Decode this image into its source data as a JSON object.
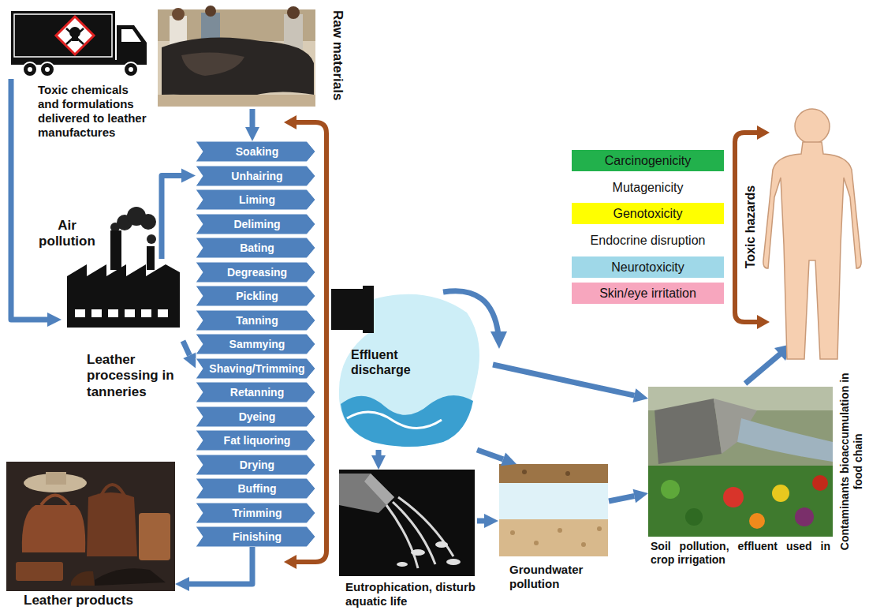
{
  "diagram": {
    "nodes": [
      {
        "text": [
          "Toxic chemicals and formulations delivered to leather manufactures"
        ]
      },
      {
        "text": [
          "Raw materials"
        ]
      },
      {
        "text": [
          "Leather processing in tanneries"
        ]
      },
      {
        "text": [
          "Soaking"
        ]
      },
      {
        "text": [
          "Unhairing"
        ]
      },
      {
        "text": [
          "Liming"
        ]
      },
      {
        "text": [
          "Deliming"
        ]
      },
      {
        "text": [
          "Bating"
        ]
      },
      {
        "text": [
          "Degreasing"
        ]
      },
      {
        "text": [
          "Pickling"
        ]
      },
      {
        "text": [
          "Tanning"
        ]
      },
      {
        "text": [
          "Sammying"
        ]
      },
      {
        "text": [
          "Shaving/Trimming"
        ]
      },
      {
        "text": [
          "Retanning"
        ]
      },
      {
        "text": [
          "Dyeing"
        ]
      },
      {
        "text": [
          "Fat liquoring"
        ]
      },
      {
        "text": [
          "Drying"
        ]
      },
      {
        "text": [
          "Buffing"
        ]
      },
      {
        "text": [
          "Trimming"
        ]
      },
      {
        "text": [
          "Finishing"
        ]
      },
      {
        "text": [
          "Leather products"
        ]
      },
      {
        "text": [
          "Effluent discharge"
        ]
      },
      {
        "text": [
          "Carcinogenicity"
        ]
      },
      {
        "text": [
          "Mutagenicity"
        ]
      },
      {
        "text": [
          "Genotoxicity"
        ]
      },
      {
        "text": [
          "Endocrine disruption"
        ]
      },
      {
        "text": [
          "Neurotoxicity"
        ]
      },
      {
        "text": [
          "Skin/eye irritation"
        ]
      },
      {
        "text": [
          "Eutrophication, disturb aquatic life"
        ]
      },
      {
        "text": [
          "Groundwater pollution"
        ]
      },
      {
        "text": [
          "Soil pollution, effluent used in crop irrigation"
        ]
      }
    ],
    "edges": [
      {
        "from": 0,
        "to": 2,
        "arrow": "to"
      },
      {
        "from": 1,
        "to": 3,
        "arrow": "to"
      },
      {
        "from": 2,
        "to": 4,
        "arrow": "to"
      },
      {
        "from": 2,
        "to": 12,
        "arrow": "to"
      },
      {
        "from": 19,
        "to": 20,
        "arrow": "to"
      },
      {
        "from": 21,
        "to": 28,
        "arrow": "to"
      },
      {
        "from": 21,
        "to": 29,
        "arrow": "to"
      },
      {
        "from": 21,
        "to": 30,
        "arrow": "to"
      },
      {
        "from": 28,
        "to": 29,
        "arrow": "to"
      },
      {
        "from": 29,
        "to": 30,
        "arrow": "to"
      }
    ],
    "labels": [
      "Air pollution",
      "Toxic hazards",
      "Contaminants bioaccumulation in food chain"
    ]
  }
}
